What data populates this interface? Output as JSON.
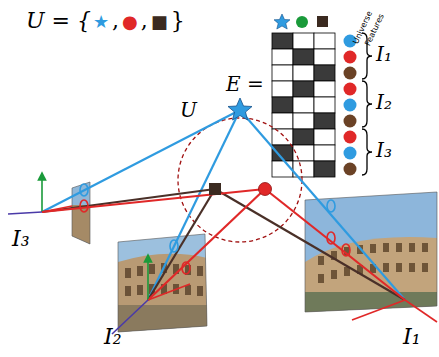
{
  "diagram": {
    "labels": [
      "U = {",
      "★",
      ",",
      "●",
      ",",
      "■",
      "}",
      "E =",
      "Universe",
      "Features",
      "I₁",
      "I₂",
      "I₃",
      "U",
      "I₃",
      "I₂",
      "I₁"
    ]
  }
}
